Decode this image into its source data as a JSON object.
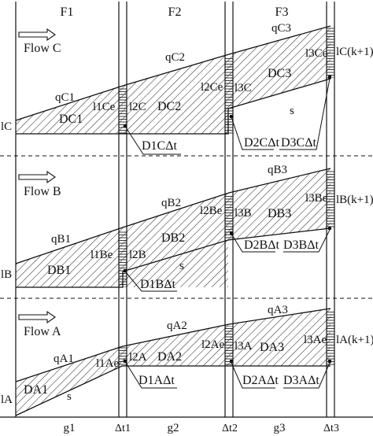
{
  "phases": [
    "F1",
    "F2",
    "F3"
  ],
  "bottom_axis": [
    "g1",
    "Δt1",
    "g2",
    "Δt2",
    "g3",
    "Δt3"
  ],
  "flows": [
    {
      "name": "Flow C",
      "left_level": "lC",
      "right_level": "lC(k+1)",
      "q": [
        "qC1",
        "qC2",
        "qC3"
      ],
      "D": [
        "DC1",
        "DC2",
        "DC3"
      ],
      "Dt": [
        "D1CΔt",
        "D2CΔt",
        "D3CΔt"
      ],
      "l_e": [
        "l1Ce",
        "l2Ce",
        "l3Ce"
      ],
      "l": [
        "l2C",
        "l3C"
      ],
      "s": "s"
    },
    {
      "name": "Flow B",
      "left_level": "lB",
      "right_level": "lB(k+1)",
      "q": [
        "qB1",
        "qB2",
        "qB3"
      ],
      "D": [
        "DB1",
        "DB2",
        "DB3"
      ],
      "Dt": [
        "D1BΔt",
        "D2BΔt",
        "D3BΔt"
      ],
      "l_e": [
        "l1Be",
        "l2Be",
        "l3Be"
      ],
      "l": [
        "l2B",
        "l3B"
      ],
      "s": "s"
    },
    {
      "name": "Flow A",
      "left_level": "lA",
      "right_level": "lA(k+1)",
      "q": [
        "qA1",
        "qA2",
        "qA3"
      ],
      "D": [
        "DA1",
        "DA2",
        "DA3"
      ],
      "Dt": [
        "D1AΔt",
        "D2AΔt",
        "D3AΔt"
      ],
      "l_e": [
        "l1Ae",
        "l2Ae",
        "l3Ae"
      ],
      "l": [
        "l2A",
        "l3A"
      ],
      "s": "s"
    }
  ]
}
